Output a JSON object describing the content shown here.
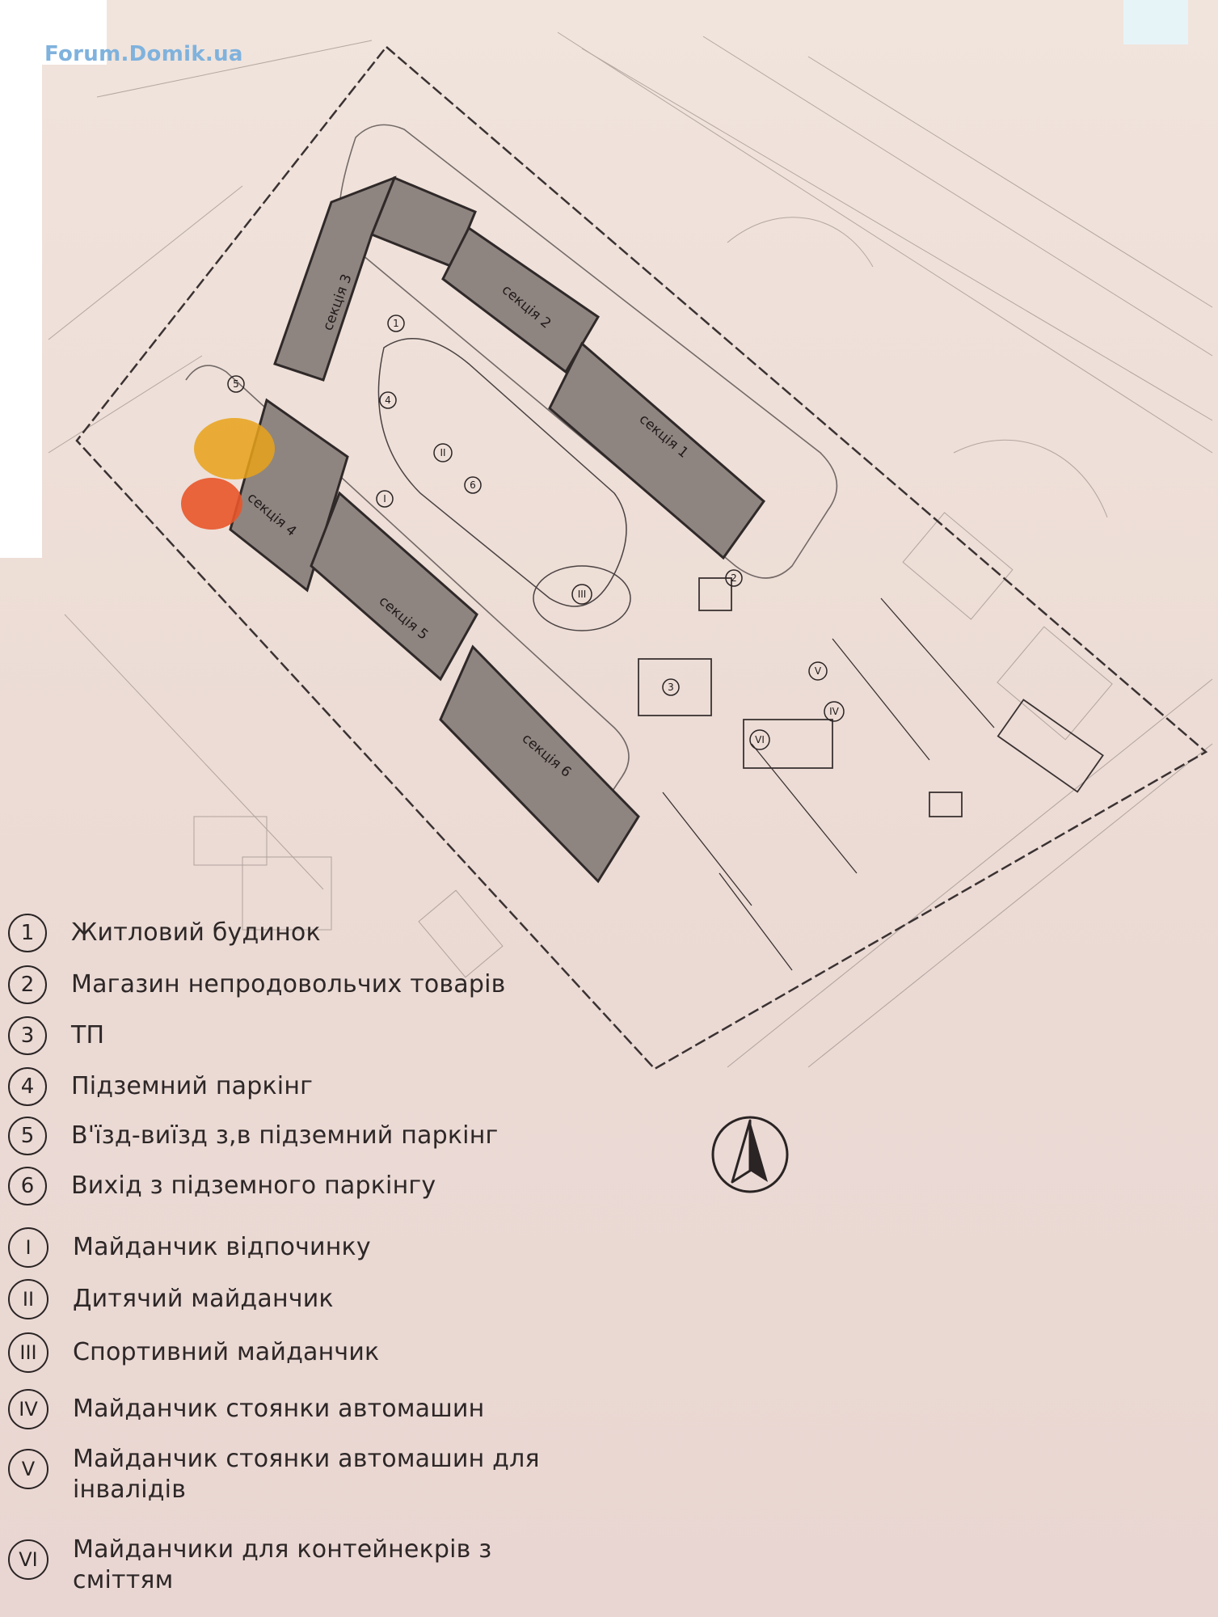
{
  "watermark": "Forum.Domik.ua",
  "plan": {
    "sections": [
      {
        "id": "s1",
        "label": "секція 1"
      },
      {
        "id": "s2",
        "label": "секція 2"
      },
      {
        "id": "s3",
        "label": "секція 3"
      },
      {
        "id": "s4",
        "label": "секція 4"
      },
      {
        "id": "s5",
        "label": "секція 5"
      },
      {
        "id": "s6",
        "label": "секція 6"
      }
    ],
    "markers_arabic": [
      "1",
      "2",
      "3",
      "4",
      "5",
      "6"
    ],
    "markers_roman": [
      "I",
      "II",
      "III",
      "IV",
      "V",
      "VI"
    ]
  },
  "legend": [
    {
      "marker": "1",
      "text": "Житловий будинок"
    },
    {
      "marker": "2",
      "text": "Магазин непродовольчих товарів"
    },
    {
      "marker": "3",
      "text": "ТП"
    },
    {
      "marker": "4",
      "text": "Підземний паркінг"
    },
    {
      "marker": "5",
      "text": "В'їзд-виїзд з,в підземний паркінг"
    },
    {
      "marker": "6",
      "text": "Вихід з підземного паркінгу"
    },
    {
      "marker": "I",
      "text": "Майданчик відпочинку"
    },
    {
      "marker": "II",
      "text": "Дитячий майданчик"
    },
    {
      "marker": "III",
      "text": "Спортивний  майданчик"
    },
    {
      "marker": "IV",
      "text": "Майданчик стоянки автомашин"
    },
    {
      "marker": "V",
      "text": "Майданчик стоянки автомашин для інвалідів"
    },
    {
      "marker": "VI",
      "text": "Майданчики  для контейнекрів з сміттям"
    }
  ],
  "colors": {
    "paper": "#efe0d8",
    "line": "#3a3232",
    "building": "#8f8580",
    "highlight_yellow": "#e8a21a",
    "highlight_orange": "#e8552a",
    "watermark": "#7fb2dd"
  }
}
